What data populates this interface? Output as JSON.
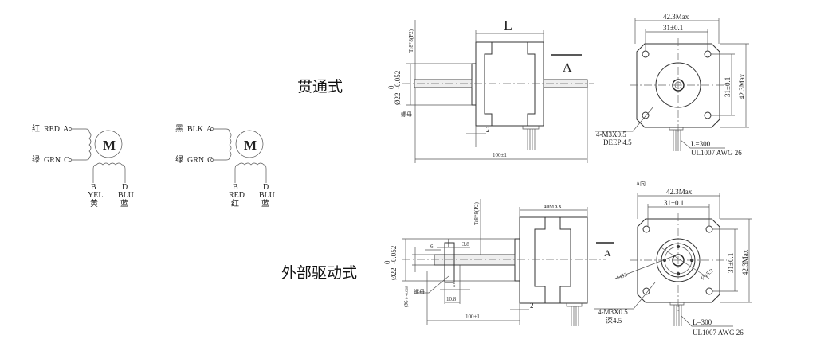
{
  "sections": {
    "through_type": "贯通式",
    "external_drive": "外部驱动式"
  },
  "wiring_diagrams": [
    {
      "motor_label": "M",
      "leads": [
        {
          "cn": "红",
          "en": "RED",
          "pin": "A"
        },
        {
          "cn": "绿",
          "en": "GRN",
          "pin": "C"
        },
        {
          "pin": "B",
          "en": "YEL",
          "cn": "黄"
        },
        {
          "pin": "D",
          "en": "BLU",
          "cn": "蓝"
        }
      ]
    },
    {
      "motor_label": "M",
      "leads": [
        {
          "cn": "黑",
          "en": "BLK",
          "pin": "A"
        },
        {
          "cn": "绿",
          "en": "GRN",
          "pin": "C"
        },
        {
          "pin": "B",
          "en": "RED",
          "cn": "红"
        },
        {
          "pin": "D",
          "en": "BLU",
          "cn": "蓝"
        }
      ]
    }
  ],
  "through_side_view": {
    "length_label": "L",
    "view_label": "A",
    "screw_label": "Tr8*8(P2)",
    "boss_dia_label": "Ø22",
    "boss_tol_upper": "0",
    "boss_tol_lower": "-0.052",
    "nut_label": "螺母",
    "flange_thickness": "2",
    "total_length": "100±1"
  },
  "through_front_view": {
    "width_max": "42.3Max",
    "hole_spacing": "31±0.1",
    "hole_spacing_v": "31±0.1",
    "height_max": "42.3Max",
    "tap_label": "4-M3X0.5",
    "depth_label": "DEEP 4.5",
    "lead_length": "L=300",
    "wire_spec": "UL1007 AWG 26"
  },
  "external_side_view": {
    "length_label": "40MAX",
    "view_label": "A",
    "screw_label": "Tr8*8(P2)",
    "boss_dia_label": "Ø22",
    "boss_tol_upper": "0",
    "boss_tol_lower": "-0.052",
    "nut_dia_label": "Ø6",
    "nut_dia_tol": "0 -0.008",
    "nut_label": "螺母",
    "dim_6": "6",
    "dim_3_8": "3.8",
    "dim_5": "5",
    "dim_10_8": "10.8",
    "flange_thickness": "2",
    "total_length": "100±1"
  },
  "external_front_view": {
    "view_title": "A向",
    "width_max": "42.3Max",
    "hole_spacing": "31±0.1",
    "hole_spacing_v": "31±0.1",
    "height_max": "42.3Max",
    "nut_holes": "4-Ø2",
    "nut_circle": "Ø15.9",
    "tap_label": "4-M3X0.5",
    "depth_label": "深4.5",
    "lead_length": "L=300",
    "wire_spec": "UL1007 AWG 26"
  }
}
